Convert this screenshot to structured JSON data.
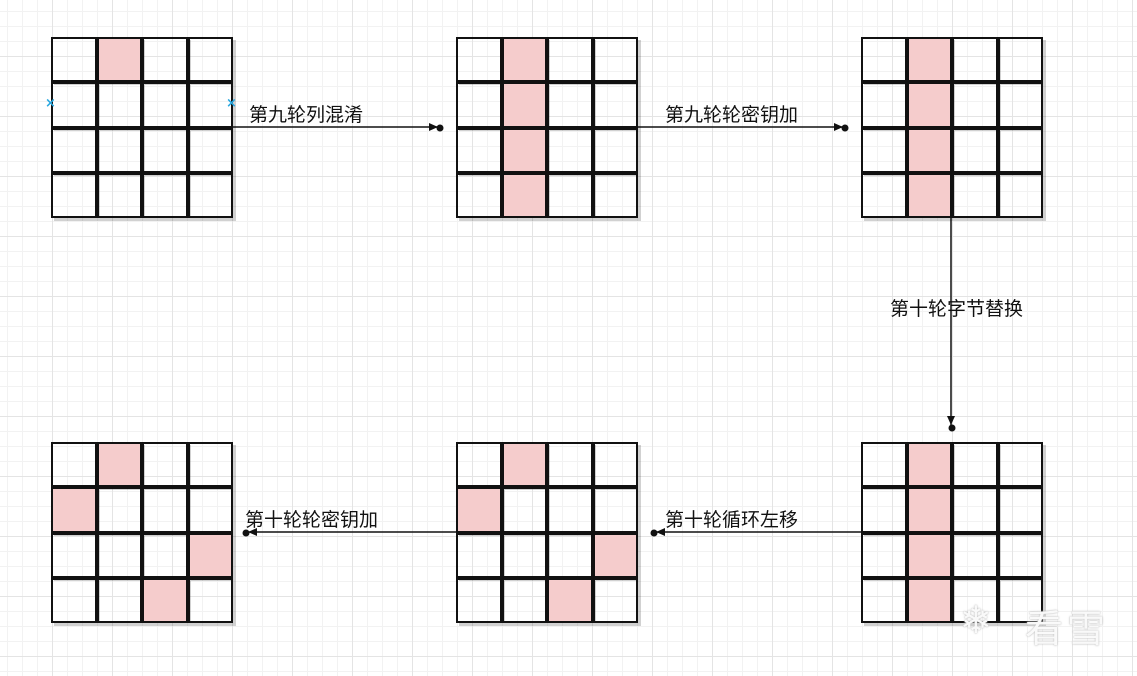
{
  "colors": {
    "highlight": "#f5cccc",
    "line": "#111111"
  },
  "matrices": [
    {
      "id": "state-before-round9-mixcolumns",
      "highlight": [
        [
          0,
          1
        ]
      ]
    },
    {
      "id": "state-after-round9-mixcolumns",
      "highlight": [
        [
          0,
          1
        ],
        [
          1,
          1
        ],
        [
          2,
          1
        ],
        [
          3,
          1
        ]
      ]
    },
    {
      "id": "state-after-round9-addroundkey",
      "highlight": [
        [
          0,
          1
        ],
        [
          1,
          1
        ],
        [
          2,
          1
        ],
        [
          3,
          1
        ]
      ]
    },
    {
      "id": "state-after-round10-subbytes",
      "highlight": [
        [
          0,
          1
        ],
        [
          1,
          1
        ],
        [
          2,
          1
        ],
        [
          3,
          1
        ]
      ]
    },
    {
      "id": "state-after-round10-shiftrows",
      "highlight": [
        [
          0,
          1
        ],
        [
          1,
          0
        ],
        [
          2,
          3
        ],
        [
          3,
          2
        ]
      ]
    },
    {
      "id": "state-after-round10-addroundkey",
      "highlight": [
        [
          0,
          1
        ],
        [
          1,
          0
        ],
        [
          2,
          3
        ],
        [
          3,
          2
        ]
      ]
    }
  ],
  "steps": [
    {
      "label": "第九轮列混淆"
    },
    {
      "label": "第九轮轮密钥加"
    },
    {
      "label": "第十轮字节替换"
    },
    {
      "label": "第十轮循环左移"
    },
    {
      "label": "第十轮轮密钥加"
    }
  ],
  "watermark": "看雪"
}
